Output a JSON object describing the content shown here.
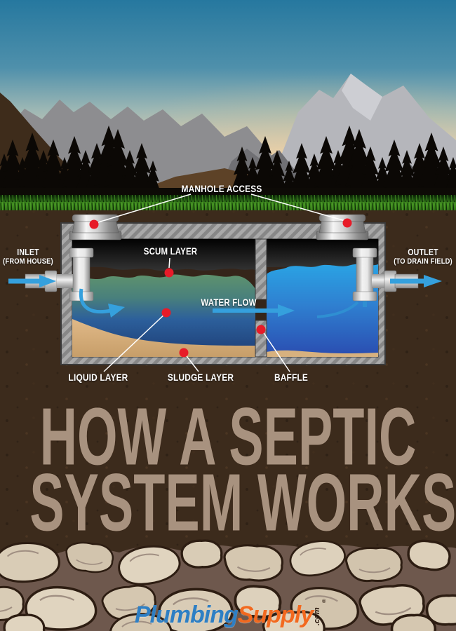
{
  "poster": {
    "title_line1": "HOW A SEPTIC",
    "title_line2": "SYSTEM WORKS"
  },
  "diagram": {
    "labels": {
      "manhole_access": "MANHOLE ACCESS",
      "inlet_title": "INLET",
      "inlet_sub": "(FROM HOUSE)",
      "outlet_title": "OUTLET",
      "outlet_sub": "(TO DRAIN FIELD)",
      "scum_layer": "SCUM LAYER",
      "water_flow": "WATER FLOW",
      "liquid_layer": "LIQUID LAYER",
      "sludge_layer": "SLUDGE LAYER",
      "baffle": "BAFFLE"
    }
  },
  "logo": {
    "plumbing": "Plumbing",
    "supply": "Supply",
    "tld": ".com",
    "registered": "®"
  },
  "colors": {
    "marker_red": "#e71b28",
    "arrow_blue": "#35a0dd",
    "title_tan": "#a8927f",
    "label_white": "#ffffff",
    "logo_blue": "#2e7fc4",
    "logo_orange": "#f2691f"
  }
}
